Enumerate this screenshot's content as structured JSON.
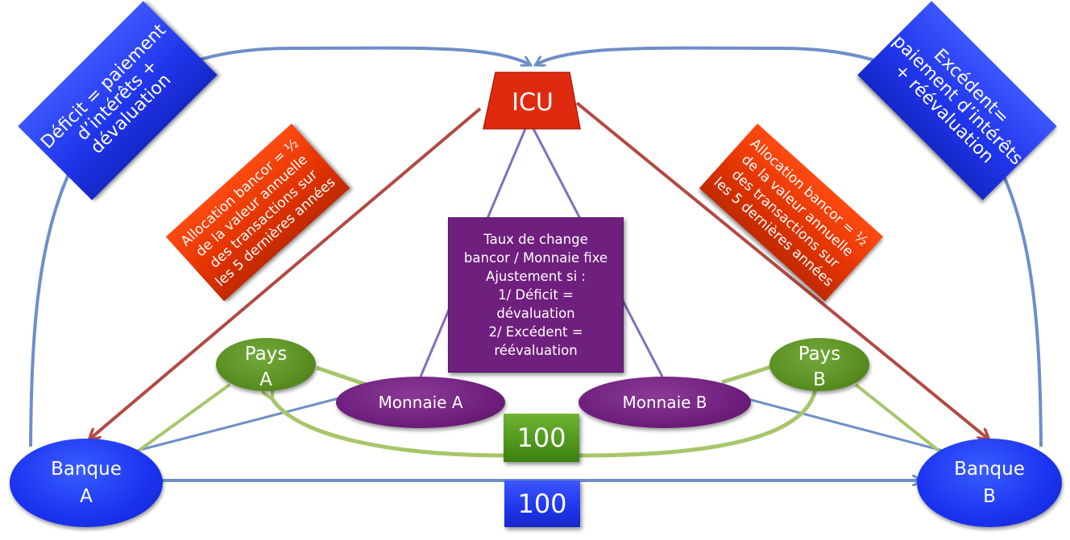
{
  "icu": {
    "label": "ICU",
    "color": "#e02a10"
  },
  "deficit_box": {
    "text": "Déficit = paiement\nd’intérêts +\ndévaluation"
  },
  "excedent_box": {
    "text": "Excédent=\npaiement d’intérêts\n+ réévaluation"
  },
  "allocation_left": {
    "text": "Allocation bancor = ½\nde la valeur annuelle\ndes transactions sur\nles 5 dernières années"
  },
  "allocation_right": {
    "text": "Allocation bancor = ½\nde la valeur annuelle\ndes transactions sur\nles 5 dernières années"
  },
  "taux_box": {
    "text": "Taux de change\nbancor / Monnaie fixe\nAjustement si :\n1/ Déficit =\ndévaluation\n2/ Excédent =\nréévaluation"
  },
  "banque_a": {
    "label": "Banque\nA"
  },
  "banque_b": {
    "label": "Banque\nB"
  },
  "pays_a": {
    "label": "Pays\nA"
  },
  "pays_b": {
    "label": "Pays\nB"
  },
  "monnaie_a": {
    "label": "Monnaie A"
  },
  "monnaie_b": {
    "label": "Monnaie B"
  },
  "transfer_green": {
    "label": "100"
  },
  "transfer_blue": {
    "label": "100"
  },
  "colors": {
    "blue": "#1f35ea",
    "red": "#e03300",
    "purple": "#6f1f7d",
    "green": "#5a8f22",
    "arrow_blue": "#6e8fc6",
    "arrow_red": "#b24a44",
    "line_purple": "#8270b8",
    "line_green": "#a7c66b"
  }
}
